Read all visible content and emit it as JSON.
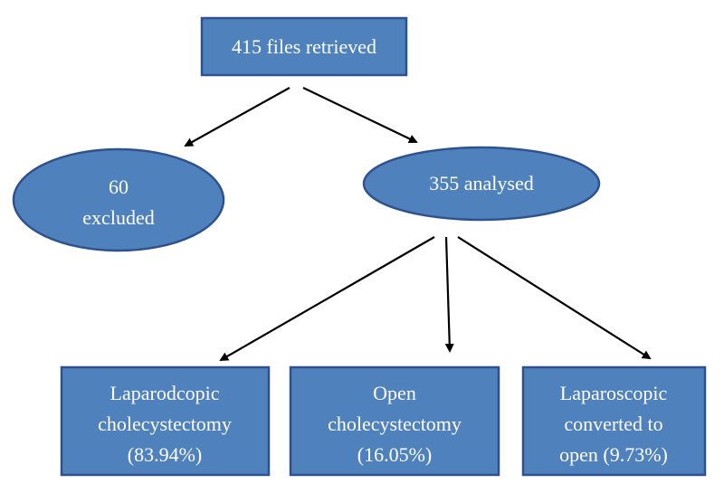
{
  "colors": {
    "node_fill": "#4f81bd",
    "node_border": "#2f528f",
    "text": "#ffffff",
    "arrow": "#000000"
  },
  "nodes": {
    "retrieved": {
      "lines": [
        "415 files retrieved"
      ]
    },
    "excluded": {
      "lines": [
        "60",
        "excluded"
      ]
    },
    "analysed": {
      "lines": [
        "355 analysed"
      ]
    },
    "laparoscopic": {
      "lines": [
        "Laparodcopic",
        "cholecystectomy",
        "(83.94%)"
      ]
    },
    "open": {
      "lines": [
        "Open",
        "cholecystectomy",
        "(16.05%)"
      ]
    },
    "converted": {
      "lines": [
        "Laparoscopic",
        "converted to",
        "open (9.73%)"
      ]
    }
  }
}
